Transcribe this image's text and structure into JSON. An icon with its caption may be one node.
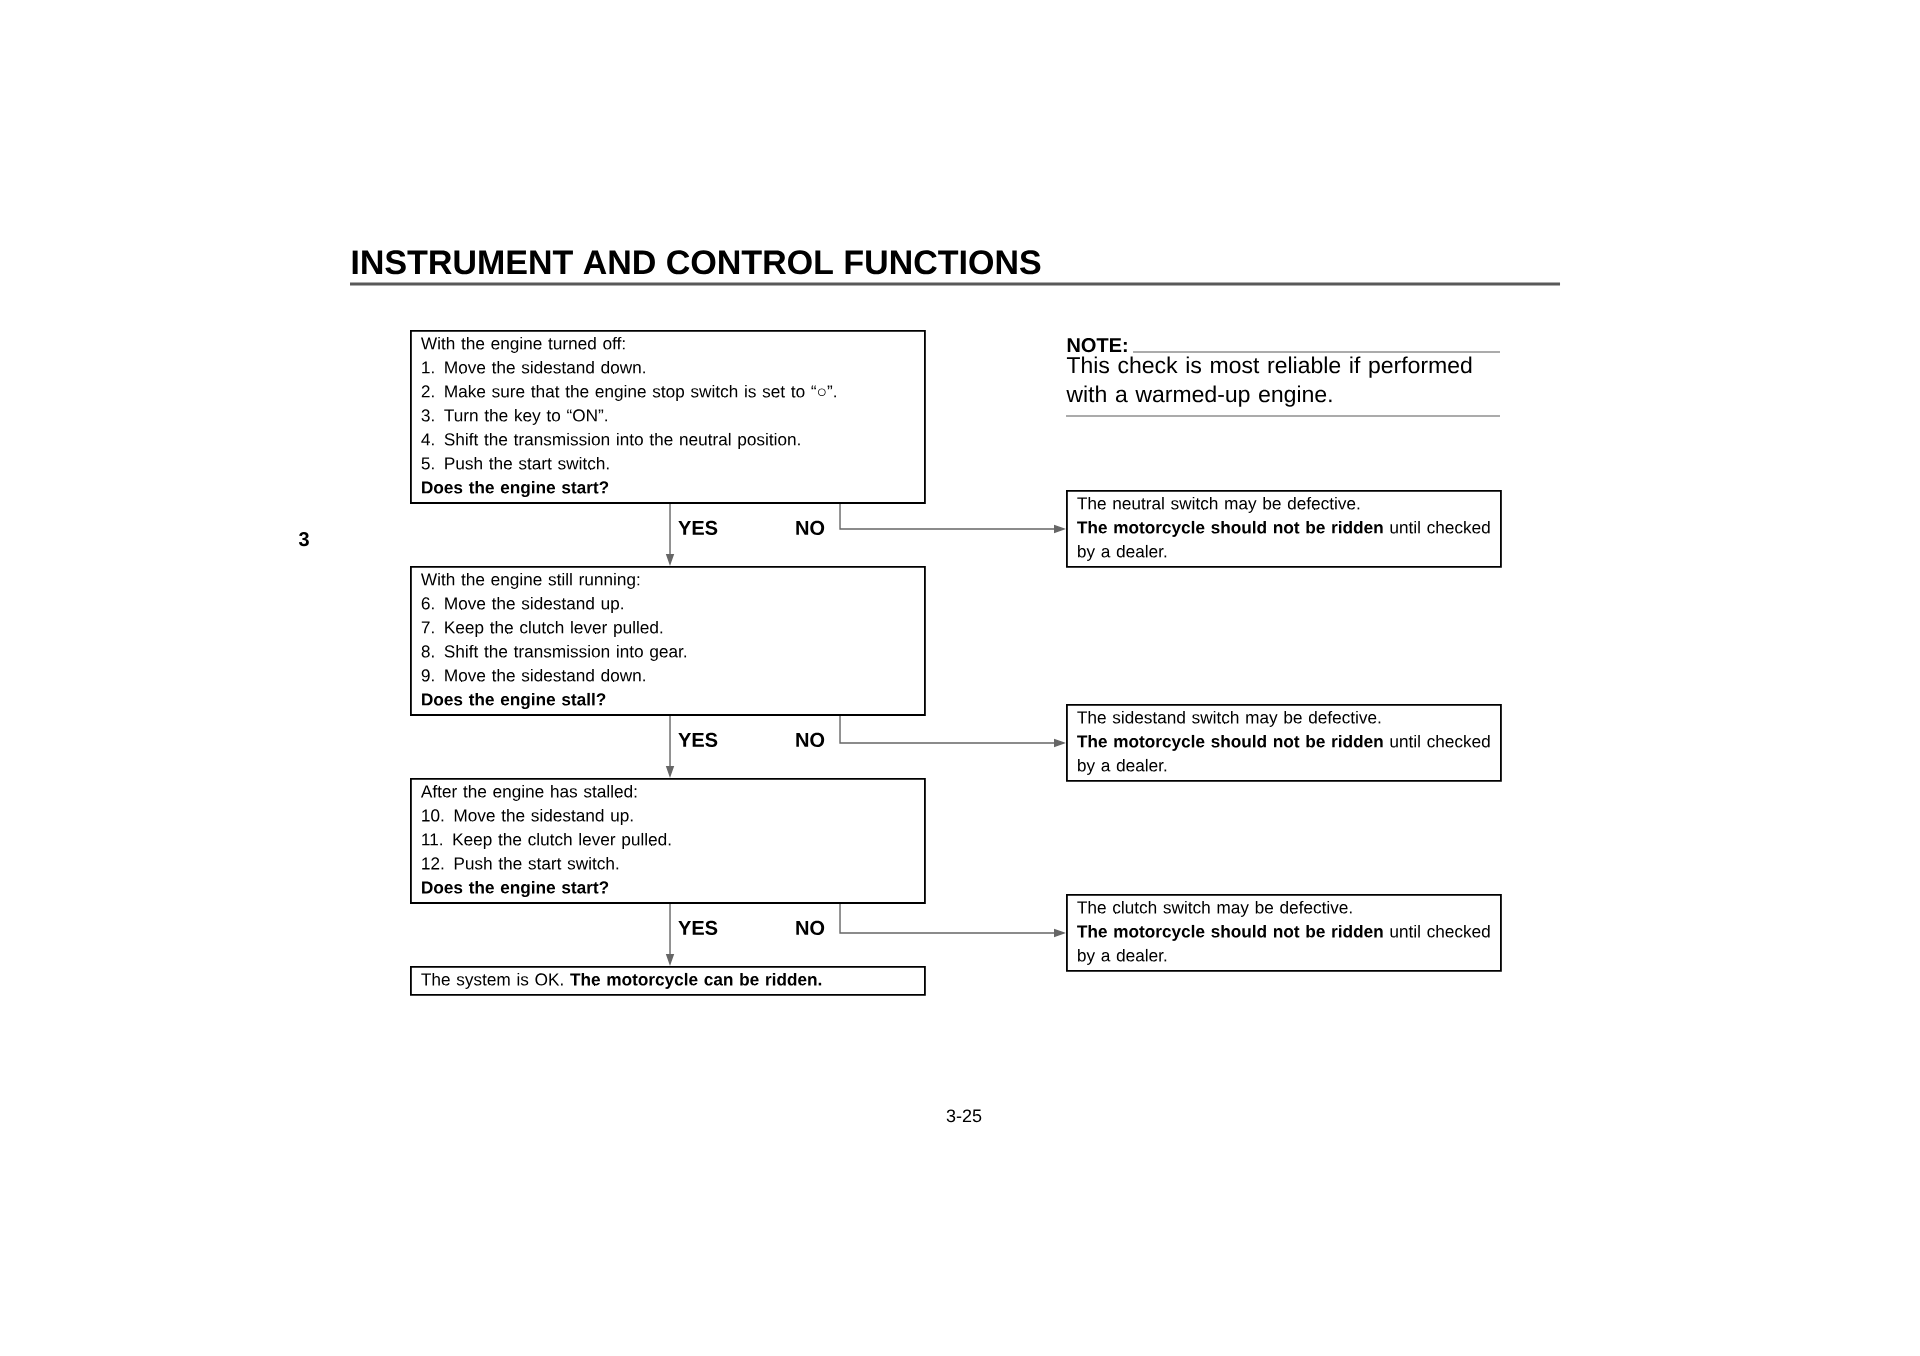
{
  "diagram": {
    "title": "INSTRUMENT AND CONTROL FUNCTIONS",
    "nodes": [
      {
        "text": [
          "With the engine turned off:",
          "1. Move the sidestand down.",
          "2. Make sure that the engine stop switch is set to “○”.",
          "3. Turn the key to “ON”.",
          "4. Shift the transmission into the neutral position.",
          "5. Push the start switch.",
          "Does the engine start?"
        ]
      },
      {
        "text": [
          "The neutral switch may be defective.",
          "**The motorcycle should not be ridden** until checked by a dealer."
        ]
      },
      {
        "text": [
          "With the engine still running:",
          "6. Move the sidestand up.",
          "7. Keep the clutch lever pulled.",
          "8. Shift the transmission into gear.",
          "9. Move the sidestand down.",
          "Does the engine stall?"
        ]
      },
      {
        "text": [
          "The sidestand switch may be defective.",
          "**The motorcycle should not be ridden** until checked by a dealer."
        ]
      },
      {
        "text": [
          "After the engine has stalled:",
          "10. Move the sidestand up.",
          "11. Keep the clutch lever pulled.",
          "12. Push the start switch.",
          "Does the engine start?"
        ]
      },
      {
        "text": [
          "The clutch switch may be defective.",
          "**The motorcycle should not be ridden** until checked by a dealer."
        ]
      },
      {
        "text": [
          "The system is OK. **The motorcycle can be ridden.**"
        ]
      }
    ],
    "edges": [
      {
        "from": 0,
        "to": 2,
        "arrow": "to",
        "label": "YES"
      },
      {
        "from": 0,
        "to": 1,
        "arrow": "to",
        "label": "NO"
      },
      {
        "from": 2,
        "to": 4,
        "arrow": "to",
        "label": "YES"
      },
      {
        "from": 2,
        "to": 3,
        "arrow": "to",
        "label": "NO"
      },
      {
        "from": 4,
        "to": 6,
        "arrow": "to",
        "label": "YES"
      },
      {
        "from": 4,
        "to": 5,
        "arrow": "to",
        "label": "NO"
      }
    ],
    "labels": [
      "3",
      "NOTE:",
      "This check is most reliable if performed with a warmed-up engine.",
      "3-25"
    ]
  }
}
